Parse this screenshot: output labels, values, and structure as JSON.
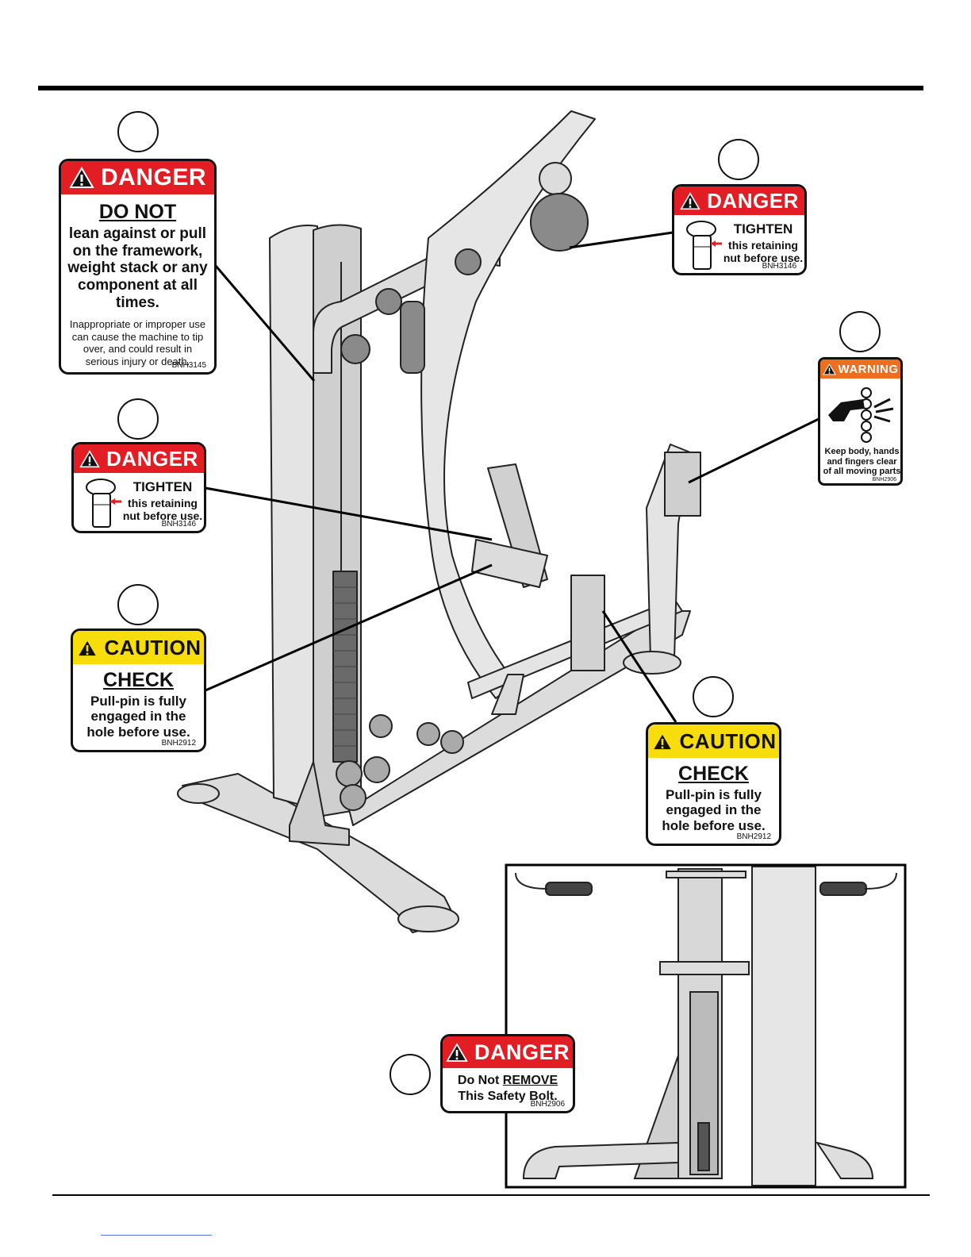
{
  "labels": {
    "danger_framework": {
      "header": "DANGER",
      "title": "DO NOT",
      "body": "lean against or pull on the framework, weight stack or any component at all times.",
      "detail": "Inappropriate or improper use can cause the machine to tip over, and could result in serious injury or death.",
      "code": "BNH3145"
    },
    "danger_tighten_top": {
      "header": "DANGER",
      "title": "TIGHTEN",
      "body": "this retaining nut before use.",
      "code": "BNH3146"
    },
    "warning_moving_parts": {
      "header": "WARNING",
      "body": "Keep body, hands and fingers clear of all moving parts",
      "code": "BNH2906"
    },
    "danger_tighten_mid": {
      "header": "DANGER",
      "title": "TIGHTEN",
      "body": "this retaining nut before use.",
      "code": "BNH3146"
    },
    "caution_pullpin_left": {
      "header": "CAUTION",
      "title": "CHECK",
      "body": "Pull-pin is fully engaged in the hole before use.",
      "code": "BNH2912"
    },
    "caution_pullpin_right": {
      "header": "CAUTION",
      "title": "CHECK",
      "body": "Pull-pin is fully engaged in the hole before use.",
      "code": "BNH2912"
    },
    "danger_safety_bolt": {
      "header": "DANGER",
      "line1_prefix": "Do Not ",
      "line1_emph": "REMOVE",
      "line2": "This Safety Bolt.",
      "code": "BNH2906"
    }
  },
  "colors": {
    "danger": "#e21d24",
    "caution": "#f7dd0c",
    "warning": "#ec6e1f",
    "frame": "#d9d9d9",
    "outline": "#222222"
  },
  "icons": [
    "warning-triangle-icon",
    "retaining-nut-icon",
    "pinch-hand-icon"
  ]
}
